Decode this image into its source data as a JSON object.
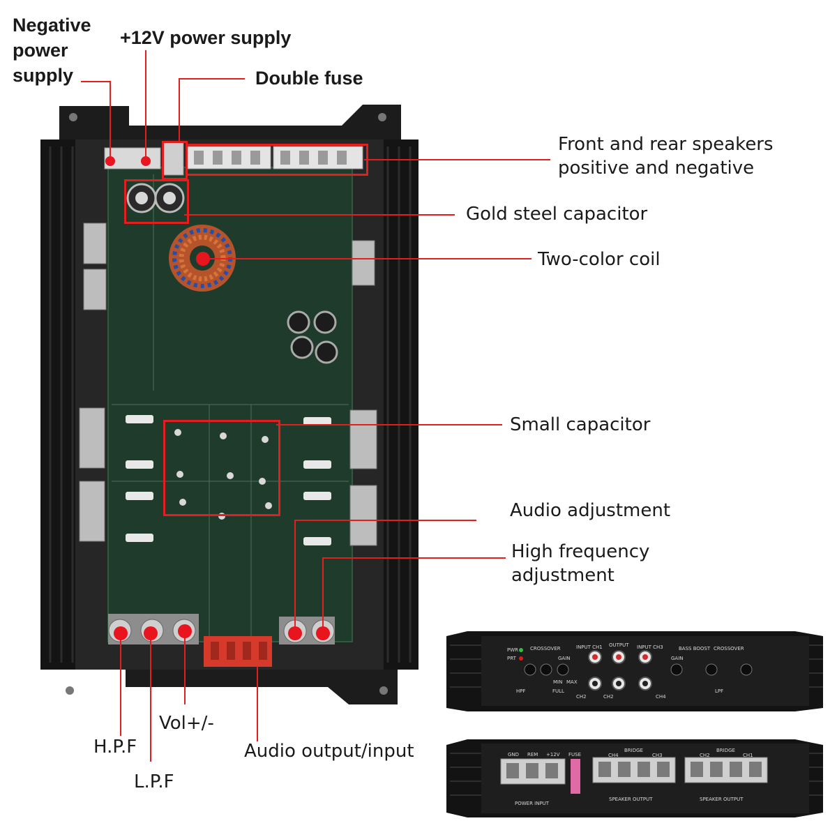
{
  "colors": {
    "leader": "#e41e1e",
    "dot": "#e8141e",
    "text": "#1a1a1a"
  },
  "callouts": {
    "negative_power_supply": "Negative\npower\nsupply",
    "plus12v_power_supply": "+12V power supply",
    "double_fuse": "Double fuse",
    "front_rear_speakers": "Front and rear speakers\npositive and negative",
    "gold_steel_capacitor": "Gold steel capacitor",
    "two_color_coil": "Two-color coil",
    "small_capacitor": "Small capacitor",
    "audio_adjustment": "Audio adjustment",
    "high_frequency_adjustment": "High frequency\nadjustment",
    "hpf": "H.P.F",
    "lpf": "L.P.F",
    "vol": "Vol+/-",
    "audio_output_input": "Audio output/input"
  },
  "front_panel": {
    "pwr": "PWR",
    "prt": "PRT",
    "crossover": "CROSSOVER",
    "gain": "GAIN",
    "input_ch1": "INPUT CH1",
    "output": "OUTPUT",
    "input_ch3": "INPUT CH3",
    "bass_boost": "BASS BOOST",
    "hpf": "HPF",
    "full": "FULL",
    "min": "MIN",
    "max": "MAX",
    "ch2": "CH2",
    "ch4": "CH4",
    "lpf": "LPF"
  },
  "rear_panel": {
    "gnd": "GND",
    "rem": "REM",
    "plus12v": "+12V",
    "fuse": "FUSE",
    "bridge": "BRIDGE",
    "ch4": "CH4",
    "ch3": "CH3",
    "ch2": "CH2",
    "ch1": "CH1",
    "power_input": "POWER INPUT",
    "speaker_output": "SPEAKER OUTPUT"
  }
}
